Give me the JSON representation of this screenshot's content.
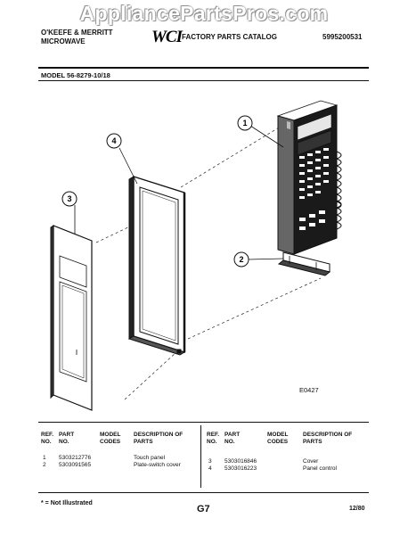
{
  "watermark": "AppliancePartsPros.com",
  "header": {
    "brand_line1": "O'KEEFE & MERRITT",
    "brand_line2": "MICROWAVE",
    "logo": "WCI",
    "catalog_title": "FACTORY PARTS CATALOG",
    "catalog_number": "5995200531"
  },
  "model_label": "MODEL 56-8279-10/18",
  "diagram_code": "E0427",
  "callouts": [
    "1",
    "2",
    "3",
    "4"
  ],
  "table": {
    "headers": {
      "ref_no": "REF. NO.",
      "part_no": "PART NO.",
      "model_codes": "MODEL CODES",
      "description": "DESCRIPTION OF PARTS"
    },
    "left_rows": [
      {
        "ref": "1",
        "part": "5303212776",
        "codes": "",
        "desc": "Touch panel"
      },
      {
        "ref": "2",
        "part": "5303091565",
        "codes": "",
        "desc": "Plate-switch cover"
      }
    ],
    "right_rows": [
      {
        "ref": "3",
        "part": "5303016846",
        "codes": "",
        "desc": "Cover"
      },
      {
        "ref": "4",
        "part": "5303016223",
        "codes": "",
        "desc": "Panel control"
      }
    ]
  },
  "footer": {
    "note": "* = Not Illustrated",
    "page": "G7",
    "date": "12/80"
  }
}
